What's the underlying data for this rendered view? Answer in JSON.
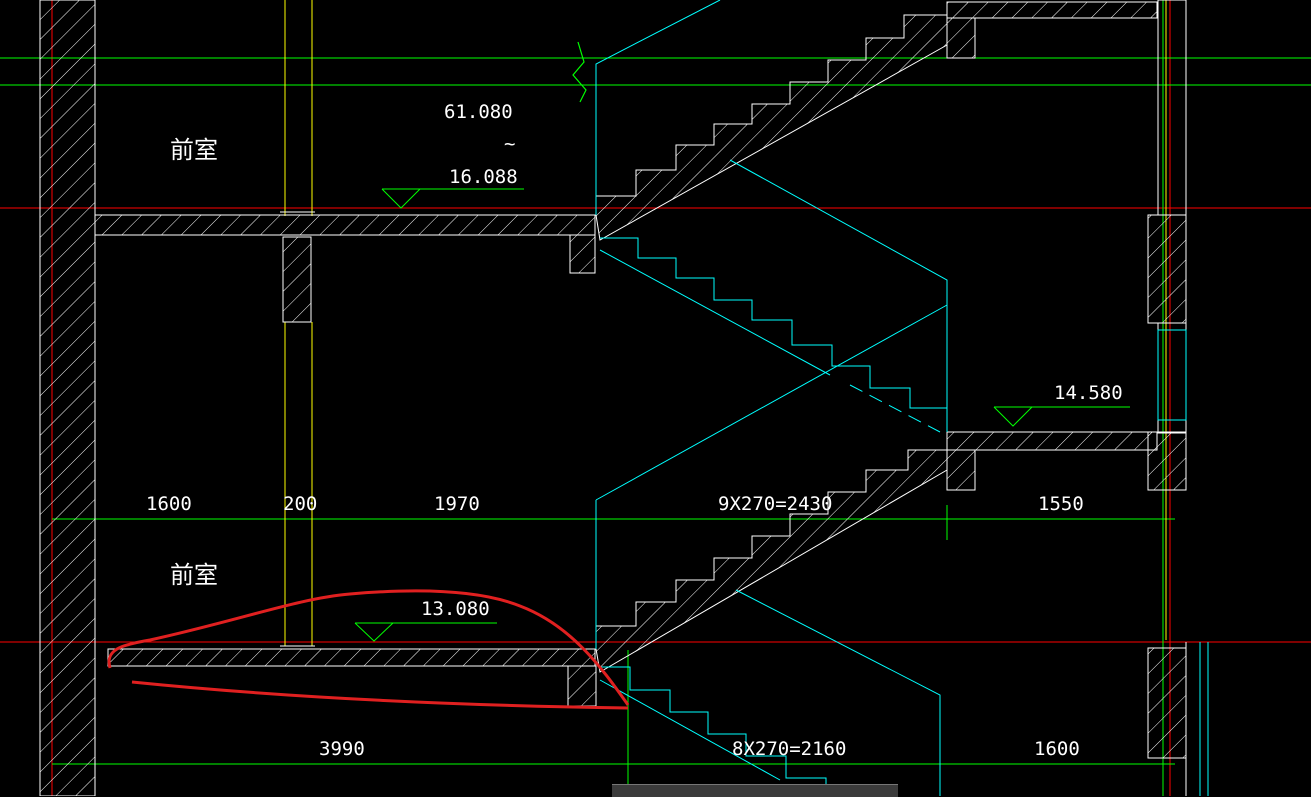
{
  "drawing": {
    "background": "#000000",
    "colors": {
      "wall_outline": "#ffffff",
      "axis_red": "#ff0000",
      "grid_green": "#00ff00",
      "stair_cyan": "#00ffff",
      "column_yellow": "#ffff00",
      "markup_red": "#e02020"
    },
    "rooms": {
      "upper": "前室",
      "lower": "前室"
    },
    "elevations": {
      "top_a": "61.080",
      "top_sep": "~",
      "top_b": "16.088",
      "mid_right": "14.580",
      "lower": "13.080"
    },
    "dimensions_row1": {
      "d1": "1600",
      "d2": "200",
      "d3": "1970",
      "d4": "9X270=2430",
      "d5": "1550"
    },
    "dimensions_row2": {
      "d1": "3990",
      "d2": "8X270=2160",
      "d3": "1600"
    }
  }
}
